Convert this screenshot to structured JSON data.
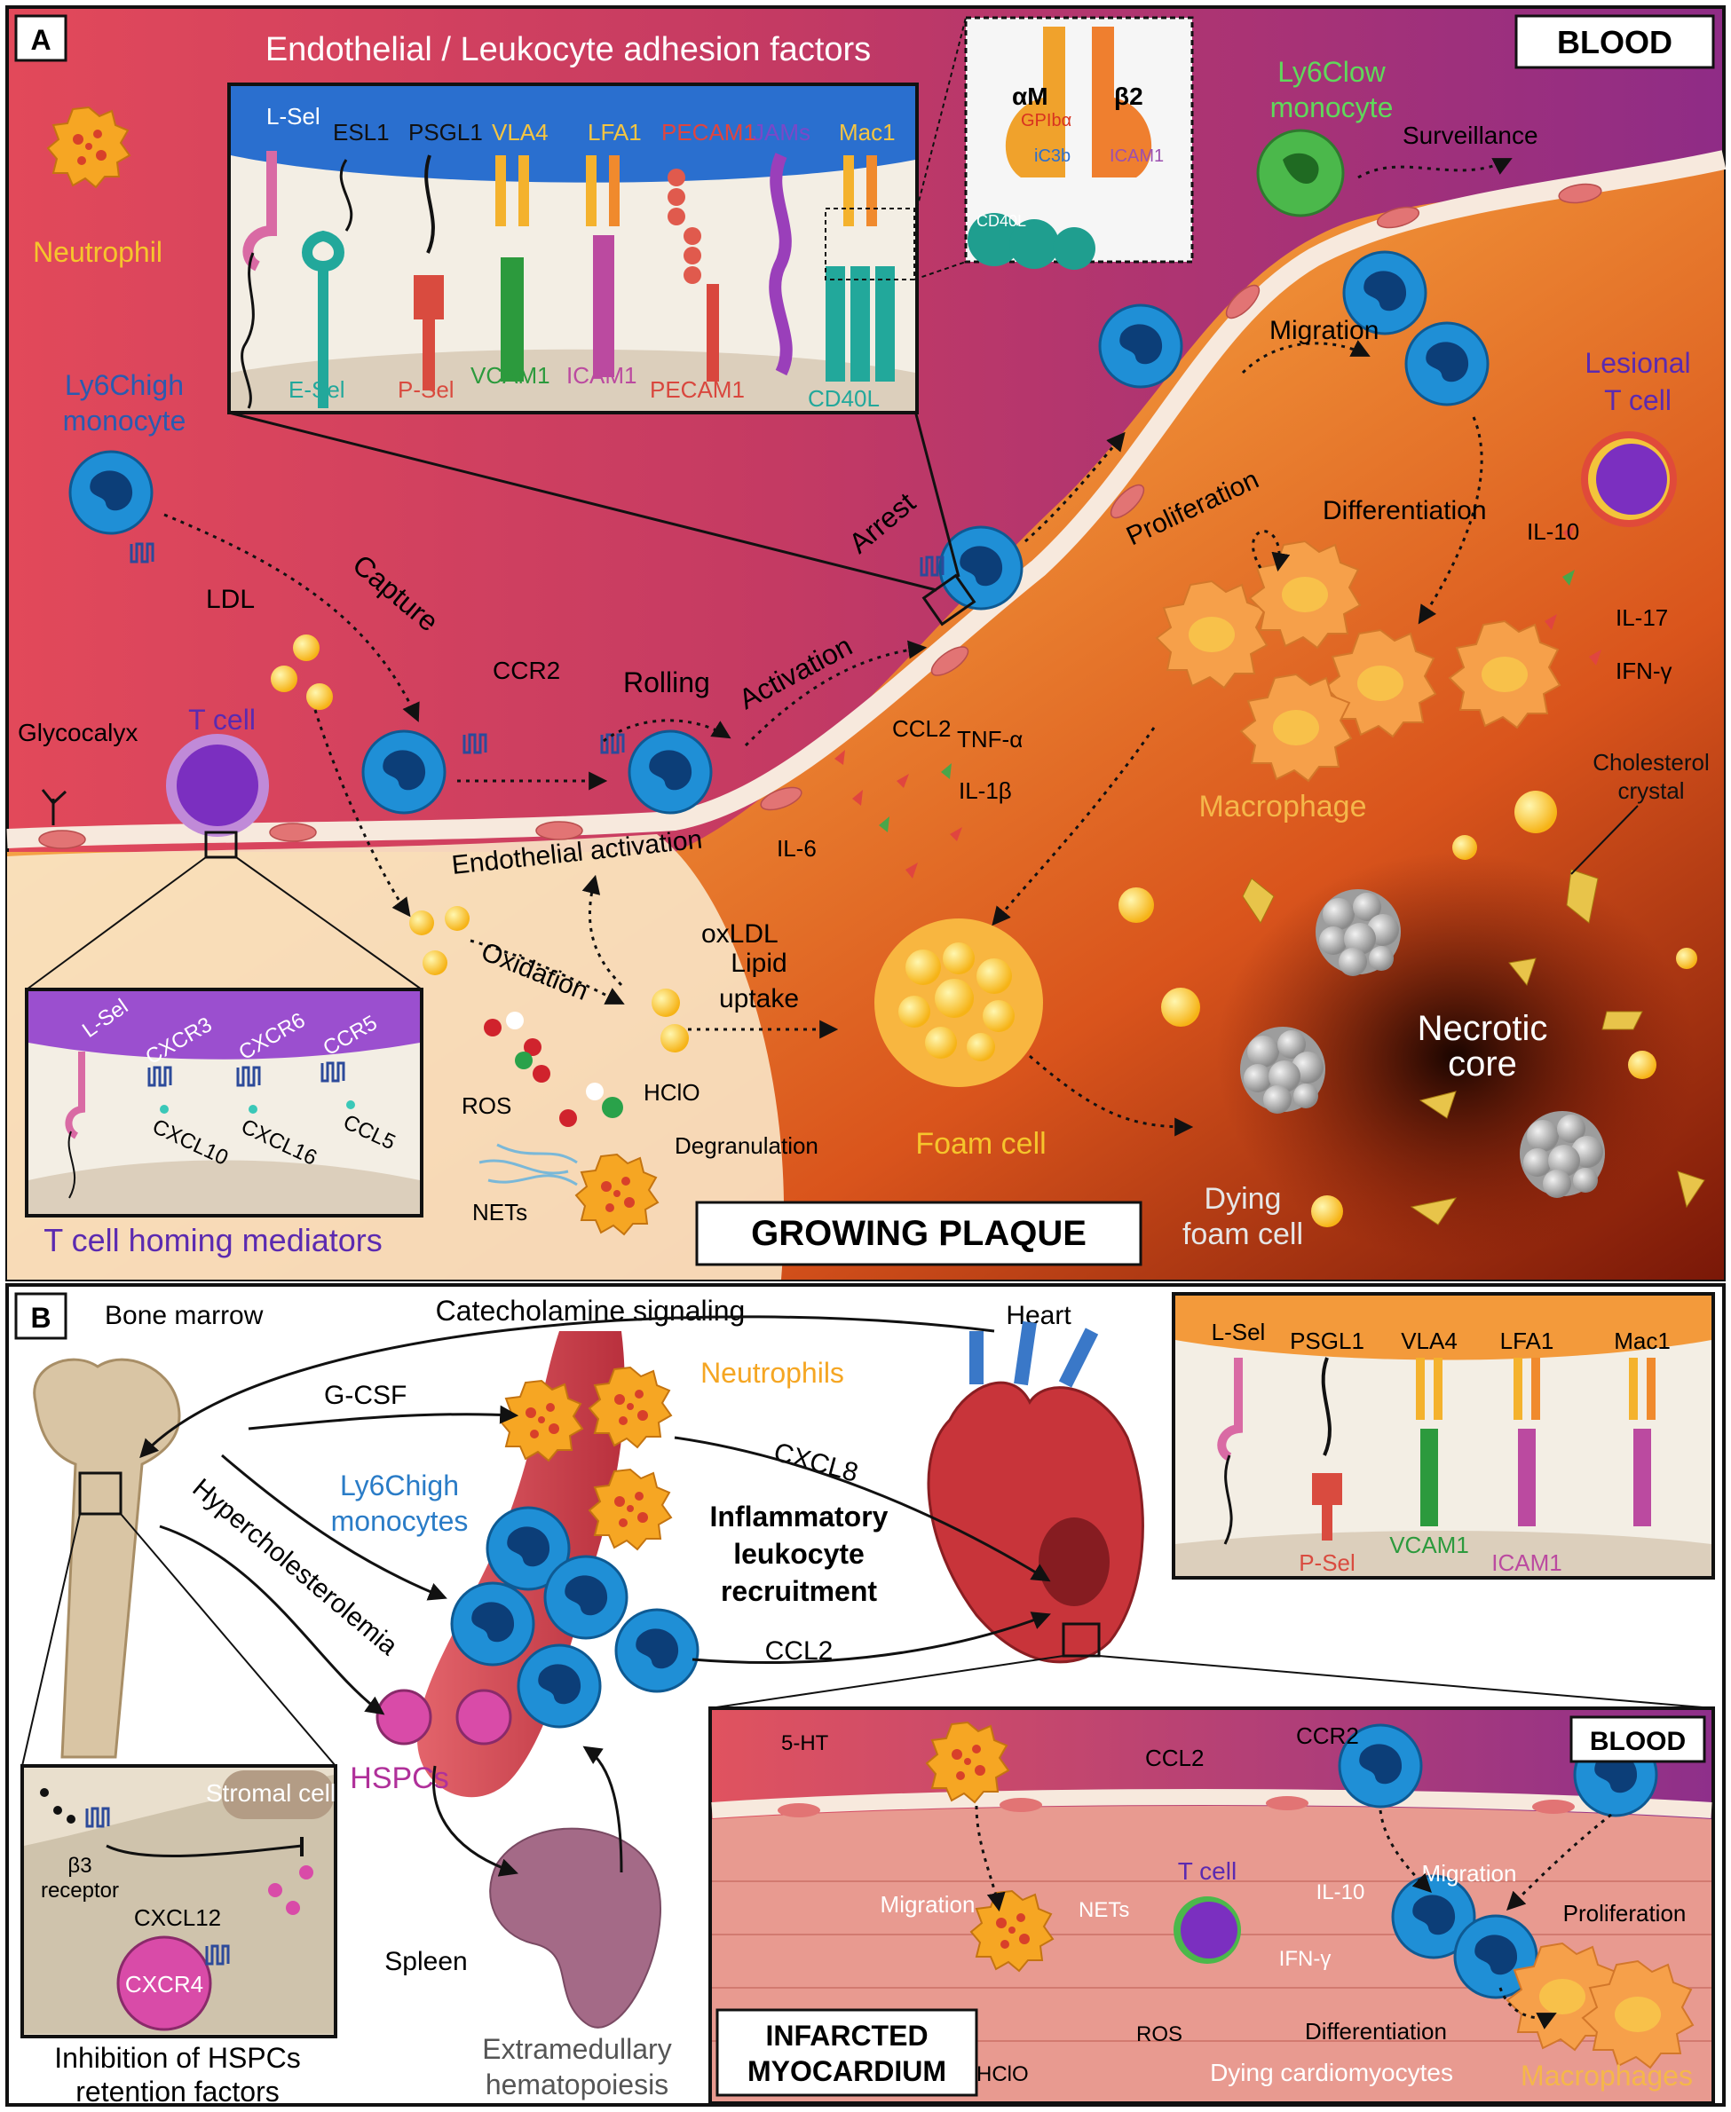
{
  "panel_a": {
    "letter": "A",
    "blood_label": "BLOOD",
    "adhesion_title": "Endothelial / Leukocyte adhesion factors",
    "adhesion": {
      "lsel": "L-Sel",
      "esl1": "ESL1",
      "psgl1": "PSGL1",
      "vla4": "VLA4",
      "lfa1": "LFA1",
      "pecam1_top": "PECAM1",
      "jams": "JAMs",
      "mac1": "Mac1",
      "esel": "E-Sel",
      "psel": "P-Sel",
      "vcam1": "VCAM1",
      "icam1": "ICAM1",
      "pecam1_bottom": "PECAM1",
      "cd40l": "CD40L"
    },
    "zoom": {
      "am": "αM",
      "b2": "β2",
      "gp": "GPIbα",
      "ic3b": "iC3b",
      "icam1": "ICAM1",
      "cd40l": "CD40L"
    },
    "cells": {
      "neutrophil": "Neutrophil",
      "ly6c_high_line1": "Ly6Chigh",
      "ly6c_high_line2": "monocyte",
      "ly6c_low_line1": "Ly6Clow",
      "ly6c_low_line2": "monocyte",
      "lesional_t_line1": "Lesional",
      "lesional_t_line2": "T cell",
      "t_cell": "T cell",
      "macrophage": "Macrophage",
      "foam_cell": "Foam cell",
      "dying_foam_line1": "Dying",
      "dying_foam_line2": "foam cell",
      "necrotic_line1": "Necrotic",
      "necrotic_line2": "core",
      "cholesterol_line1": "Cholesterol",
      "cholesterol_line2": "crystal"
    },
    "steps": {
      "capture": "Capture",
      "rolling": "Rolling",
      "activation": "Activation",
      "arrest": "Arrest",
      "migration": "Migration",
      "surveillance": "Surveillance",
      "proliferation": "Proliferation",
      "differentiation": "Differentiation",
      "oxidation": "Oxidation",
      "lipid_uptake_line1": "Lipid",
      "lipid_uptake_line2": "uptake",
      "endothelial_activation": "Endothelial activation",
      "degranulation": "Degranulation"
    },
    "molecules": {
      "ldl": "LDL",
      "ccr2": "CCR2",
      "ccl2": "CCL2",
      "tnfa": "TNF-α",
      "il1b": "IL-1β",
      "il6": "IL-6",
      "oxldl": "oxLDL",
      "ros": "ROS",
      "hclo": "HClO",
      "nets": "NETs",
      "il10": "IL-10",
      "il17": "IL-17",
      "ifng": "IFN-γ",
      "glycocalyx": "Glycocalyx"
    },
    "homing": {
      "title": "T cell homing mediators",
      "lsel": "L-Sel",
      "cxcr3": "CXCR3",
      "cxcr6": "CXCR6",
      "ccr5": "CCR5",
      "cxcl10": "CXCL10",
      "cxcl16": "CXCL16",
      "ccl5": "CCL5"
    },
    "growing_plaque": "GROWING PLAQUE"
  },
  "panel_b": {
    "letter": "B",
    "bone_marrow": "Bone marrow",
    "catecholamine": "Catecholamine signaling",
    "heart": "Heart",
    "gcsf": "G-CSF",
    "neutrophils": "Neutrophils",
    "cxcl8": "CXCL8",
    "ly6c_line1": "Ly6Chigh",
    "ly6c_line2": "monocytes",
    "hyperchol": "Hypercholesterolemia",
    "inflam_line1": "Inflammatory",
    "inflam_line2": "leukocyte",
    "inflam_line3": "recruitment",
    "ccl2": "CCL2",
    "hspcs": "HSPCs",
    "spleen": "Spleen",
    "extra_line1": "Extramedullary",
    "extra_line2": "hematopoiesis",
    "stromal": "Stromal cell",
    "b3_line1": "β3",
    "b3_line2": "receptor",
    "cxcl12": "CXCL12",
    "cxcr4": "CXCR4",
    "inhib_line1": "Inhibition of HSPCs",
    "inhib_line2": "retention factors",
    "adhesion": {
      "lsel": "L-Sel",
      "psgl1": "PSGL1",
      "vla4": "VLA4",
      "lfa1": "LFA1",
      "mac1": "Mac1",
      "psel": "P-Sel",
      "vcam1": "VCAM1",
      "icam1": "ICAM1"
    },
    "myo": {
      "blood": "BLOOD",
      "ht5": "5-HT",
      "ccl2": "CCL2",
      "ccr2": "CCR2",
      "migration_left": "Migration",
      "migration_right": "Migration",
      "nets": "NETs",
      "t_cell": "T cell",
      "il10": "IL-10",
      "ifng": "IFN-γ",
      "proliferation": "Proliferation",
      "differentiation": "Differentiation",
      "ros": "ROS",
      "hclo": "HClO",
      "dying": "Dying cardiomyocytes",
      "macrophages": "Macrophages",
      "infarcted_line1": "INFARCTED",
      "infarcted_line2": "MYOCARDIUM"
    }
  },
  "colors": {
    "monocyte_blue": "#1f8fd6",
    "tcell_purple": "#7b2fc0",
    "neutrophil_orange": "#f5a623",
    "macrophage_orange": "#f59a3a",
    "ly6c_low_green": "#4bb84b",
    "vessel_red": "#c8344a"
  }
}
